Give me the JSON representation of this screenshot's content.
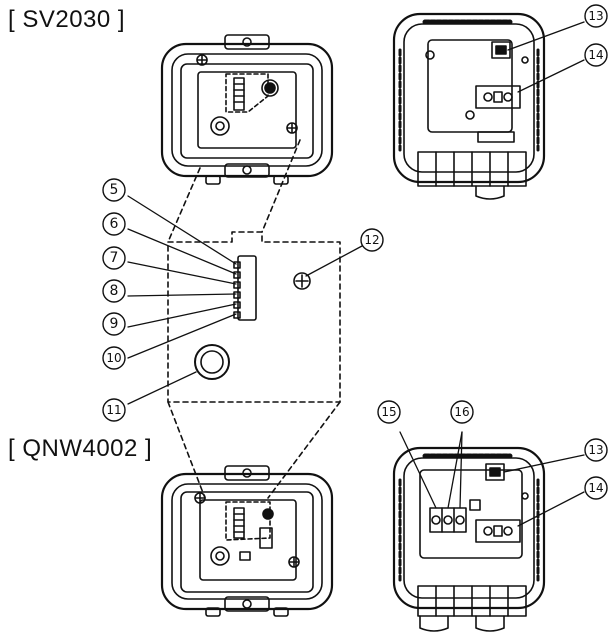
{
  "headings": {
    "model_a": "[ SV2030 ]",
    "model_b": "[ QNW4002 ]"
  },
  "callouts": {
    "c5": "5",
    "c6": "6",
    "c7": "7",
    "c8": "8",
    "c9": "9",
    "c10": "10",
    "c11": "11",
    "c12": "12",
    "c13": "13",
    "c14": "14",
    "c15": "15",
    "c16": "16"
  },
  "colors": {
    "line": "#111111",
    "background": "#ffffff"
  }
}
